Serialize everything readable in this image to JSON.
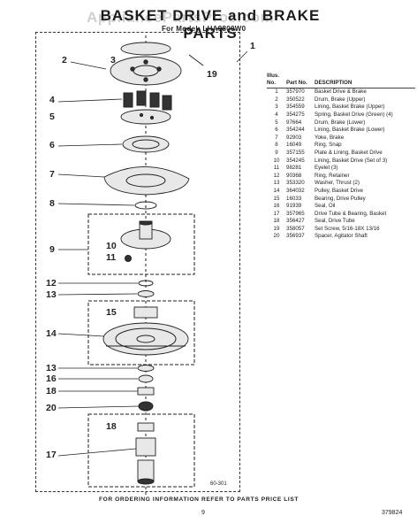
{
  "header": {
    "title": "BASKET DRIVE and BRAKE PARTS",
    "model": "For Model: LHA9800W0",
    "watermark": "AppliancePartsPros.com"
  },
  "callouts": [
    "1",
    "2",
    "3",
    "19",
    "4",
    "5",
    "6",
    "7",
    "8",
    "9",
    "10",
    "11",
    "12",
    "13",
    "15",
    "14",
    "13",
    "16",
    "18",
    "20",
    "18",
    "17"
  ],
  "table": {
    "headers": {
      "illus": "Illus. No.",
      "part": "Part No.",
      "desc": "DESCRIPTION"
    },
    "rows": [
      {
        "illus": "1",
        "part": "357970",
        "desc": "Basket Drive & Brake"
      },
      {
        "illus": "2",
        "part": "350522",
        "desc": "Drum, Brake (Upper)"
      },
      {
        "illus": "3",
        "part": "354559",
        "desc": "Lining, Basket Brake (Upper)"
      },
      {
        "illus": "4",
        "part": "354275",
        "desc": "Spring, Basket Drive (Green) (4)"
      },
      {
        "illus": "5",
        "part": "97664",
        "desc": "Drum, Brake (Lower)"
      },
      {
        "illus": "6",
        "part": "354244",
        "desc": "Lining, Basket Brake (Lower)"
      },
      {
        "illus": "7",
        "part": "92903",
        "desc": "Yoke, Brake"
      },
      {
        "illus": "8",
        "part": "16049",
        "desc": "Ring, Snap"
      },
      {
        "illus": "9",
        "part": "357155",
        "desc": "Plate & Lining, Basket Drive"
      },
      {
        "illus": "10",
        "part": "354245",
        "desc": "Lining, Basket Drive (Set of 3)"
      },
      {
        "illus": "11",
        "part": "98281",
        "desc": "Eyelet (3)"
      },
      {
        "illus": "12",
        "part": "90368",
        "desc": "Ring, Retainer"
      },
      {
        "illus": "13",
        "part": "353320",
        "desc": "Washer, Thrust (2)"
      },
      {
        "illus": "14",
        "part": "364032",
        "desc": "Pulley, Basket Drive"
      },
      {
        "illus": "15",
        "part": "16033",
        "desc": "Bearing, Drive Pulley"
      },
      {
        "illus": "16",
        "part": "91939",
        "desc": "Seal, Oil"
      },
      {
        "illus": "17",
        "part": "357965",
        "desc": "Drive Tube & Bearing, Basket"
      },
      {
        "illus": "18",
        "part": "356427",
        "desc": "Seal, Drive Tube"
      },
      {
        "illus": "19",
        "part": "358057",
        "desc": "Set Screw, 5/16-18X 13/16"
      },
      {
        "illus": "20",
        "part": "356937",
        "desc": "Spacer, Agitator Shaft"
      }
    ]
  },
  "diagram_code": "60-301",
  "footer": {
    "note": "FOR ORDERING INFORMATION REFER TO PARTS PRICE LIST",
    "page": "9",
    "doc_number": "379824"
  }
}
